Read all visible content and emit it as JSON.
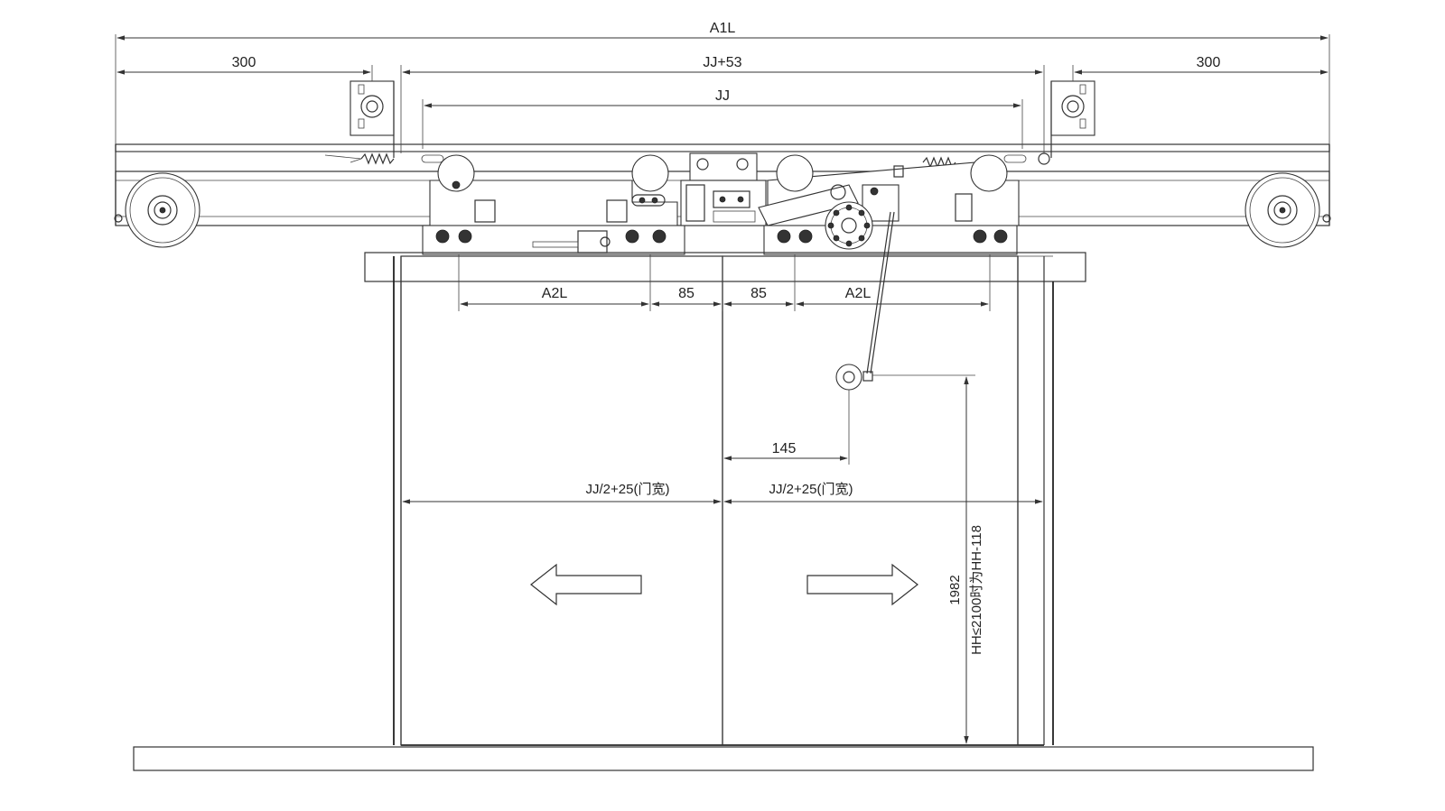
{
  "dimensions": {
    "overall_width": "A1L",
    "left_offset": "300",
    "right_offset": "300",
    "track_span": "JJ+53",
    "clear_opening": "JJ",
    "hanger_left": "A2L",
    "center_left": "85",
    "center_right": "85",
    "hanger_right": "A2L",
    "roller_offset": "145",
    "panel_left_width": "JJ/2+25(门宽)",
    "panel_right_width": "JJ/2+25(门宽)",
    "panel_height": "1982",
    "panel_height_note": "HH≤2100时为HH-118"
  },
  "colors": {
    "line": "#333333",
    "background": "#ffffff"
  },
  "icons": {
    "open_left": "arrow-left-icon",
    "open_right": "arrow-right-icon"
  }
}
